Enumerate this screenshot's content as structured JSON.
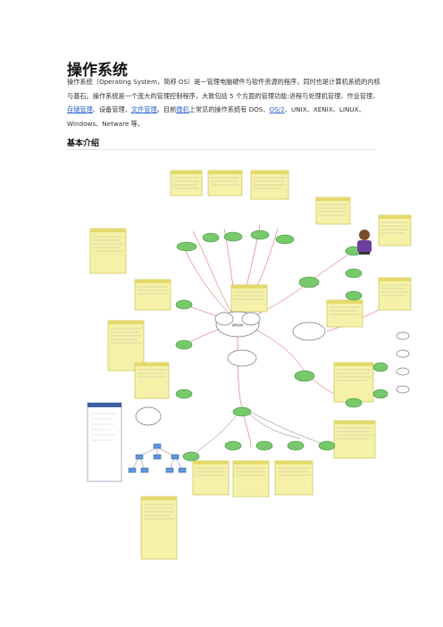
{
  "page": {
    "title": "操作系统",
    "intro": {
      "part1": "操作系统（Operating System，简称 OS）是一管理电脑硬件与软件资源的程序，同时也是计算机系统的内核与基石。操作系统是一个庞大的管理控制程序，大致包括 5 个方面的管理功能:进程与处理机管理、作业管理、",
      "link1": "存储管理",
      "part2": "、设备管理、",
      "link2": "文件管理",
      "part3": "。目前",
      "link3": "微机",
      "part4": "上常见的操作系统有 DOS、",
      "link4": "OS/2",
      "part5": "、UNIX、XENIX、LINUX、Windows、Netware 等。"
    },
    "section_title": "基本介绍"
  },
  "diagram": {
    "center_label": "操作系统",
    "colors": {
      "note": "#f6f1a9",
      "green": "#78c86c",
      "blue": "#5f95d8",
      "line": "#d24b4b"
    }
  }
}
